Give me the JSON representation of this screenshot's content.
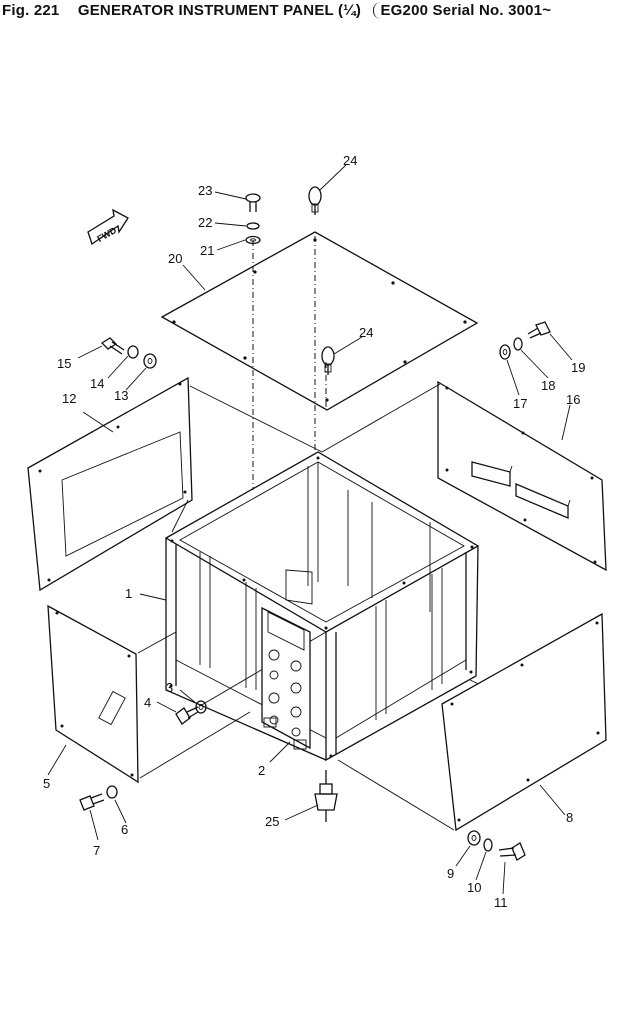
{
  "caption": {
    "figure": "Fig. 221",
    "title": "GENERATOR INSTRUMENT PANEL (¼)",
    "serial": "EG200 Serial No. 3001~"
  },
  "fwd_label": "FWD",
  "callouts": [
    "1",
    "2",
    "3",
    "4",
    "5",
    "6",
    "7",
    "8",
    "9",
    "10",
    "11",
    "12",
    "13",
    "14",
    "15",
    "16",
    "17",
    "18",
    "19",
    "20",
    "21",
    "22",
    "23",
    "24",
    "24",
    "25"
  ]
}
